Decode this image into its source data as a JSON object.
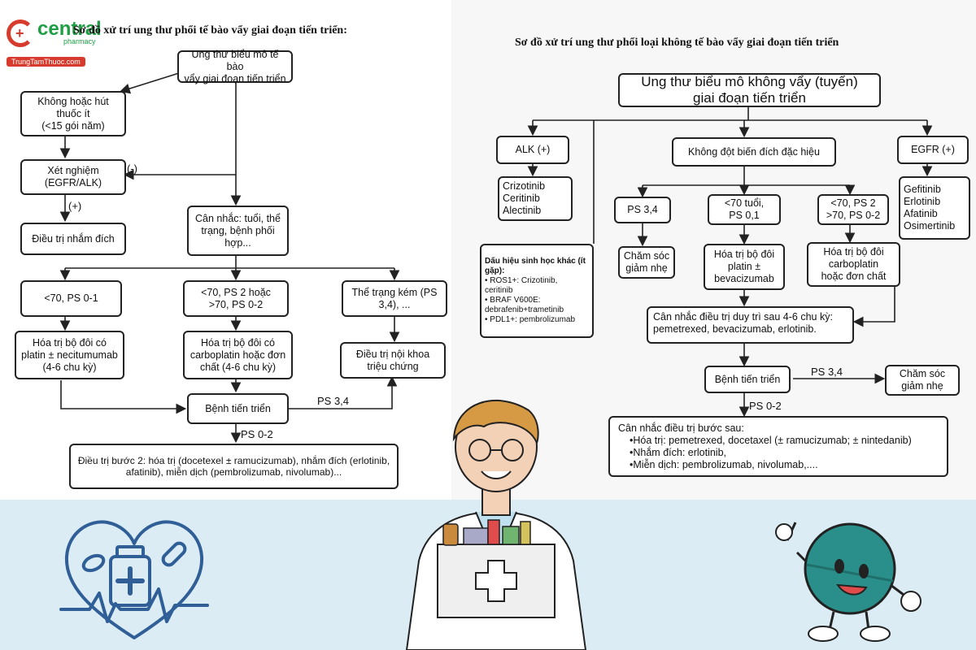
{
  "logo": {
    "brand": "central",
    "sub": "pharmacy",
    "site": "TrungTamThuoc.com"
  },
  "left": {
    "title": "Sơ đồ xử trí ung thư phổi tế bào vẩy giai đoạn tiến triển:",
    "root": "Ung thư biểu mô tế bào\nvẩy giai đoạn tiến triển",
    "nosmoke": "Không hoặc hút\nthuốc ít\n(<15 gói năm)",
    "test": "Xét nghiệm\n(EGFR/ALK)",
    "neg": "(-)",
    "pos": "(+)",
    "targeted": "Điều trị nhắm đích",
    "consider": "Cân nhắc: tuổi, thể\ntrạng, bệnh phối\nhợp...",
    "b1": "<70, PS 0-1",
    "b2": "<70, PS 2 hoặc\n>70, PS 0-2",
    "b3": "Thể trạng kém (PS\n3,4), ...",
    "t1": "Hóa trị bộ đôi có\nplatin ± necitumumab\n(4-6 chu kỳ)",
    "t2": "Hóa trị bộ đôi có\ncarboplatin hoặc đơn\nchất (4-6 chu kỳ)",
    "t3": "Điều trị nội khoa\ntriệu chứng",
    "progress": "Bệnh tiến triển",
    "ps34": "PS 3,4",
    "ps02": "PS 0-2",
    "second": "Điều trị bước 2: hóa trị (docetexel ± ramucizumab), nhắm đích (erlotinib,\nafatinib), miễn dịch (pembrolizumab, nivolumab)..."
  },
  "right": {
    "title": "Sơ đồ xử trí ung thư phổi loại không tế bào vẩy giai đoạn tiến triển",
    "root": "Ung thư biểu mô không vẩy (tuyến)\ngiai đoạn tiến triển",
    "alk": "ALK (+)",
    "nomut": "Không đột biến đích đặc hiệu",
    "egfr": "EGFR (+)",
    "alk_drugs": [
      "Crizotinib",
      "Ceritinib",
      "Alectinib"
    ],
    "egfr_drugs": [
      "Gefitinib",
      "Erlotinib",
      "Afatinib",
      "Osimertinib"
    ],
    "markers_title": "Dấu hiệu sinh học khác (ít\ngặp):",
    "markers": [
      "• ROS1+: Crizotinib,\nceritinib",
      "• BRAF V600E:\ndebrafenib+trametinib",
      "• PDL1+: pembrolizumab"
    ],
    "ps34box": "PS 3,4",
    "age70": "<70 tuổi,\nPS 0,1",
    "age70b": "<70, PS 2\n>70, PS 0-2",
    "care": "Chăm sóc\ngiảm nhẹ",
    "chemo1": "Hóa trị bộ đôi\nplatin ±\nbevacizumab",
    "chemo2": "Hóa trị bộ đôi\ncarboplatin\nhoặc đơn chất",
    "maint": "Cân nhắc điều trị duy trì sau 4-6 chu kỳ:\npemetrexed, bevacizumab, erlotinib.",
    "progress": "Bệnh tiến triển",
    "ps34": "PS 3,4",
    "care2": "Chăm sóc\ngiảm nhẹ",
    "ps02": "PS 0-2",
    "next_title": "Cân nhắc điều trị bước sau:",
    "next_items": [
      "•Hóa trị: pemetrexed, docetaxel (± ramucizumab; ± nintedanib)",
      "•Nhắm đích: erlotinib,",
      "•Miễn dịch: pembrolizumab, nivolumab,...."
    ]
  },
  "colors": {
    "bottom_band": "#dcecf5",
    "icon_blue": "#2f5f96",
    "pill_teal": "#2a8f8a",
    "brand_red": "#d63b2e",
    "brand_green": "#1f9e45"
  }
}
